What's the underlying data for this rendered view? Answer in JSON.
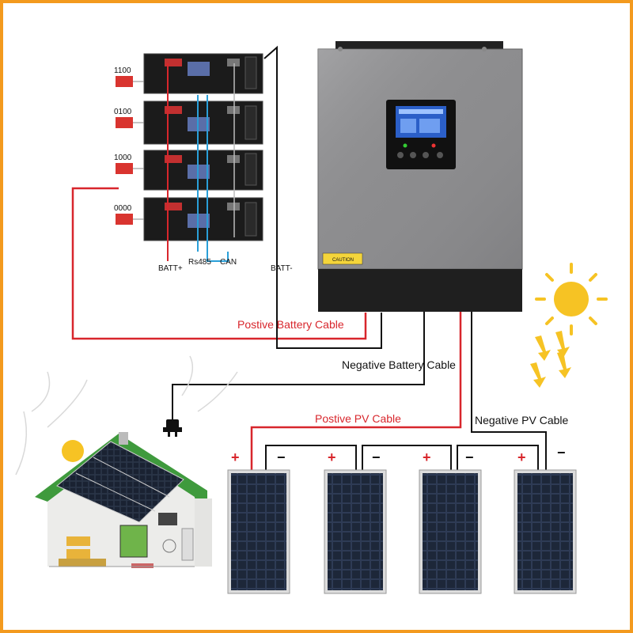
{
  "batteries": {
    "dip_codes": [
      "1100",
      "0100",
      "1000",
      "0000"
    ],
    "terminal_labels": {
      "batt_plus": "BATT+",
      "rs485": "Rs485",
      "can": "CAN",
      "batt_minus": "BATT-"
    }
  },
  "inverter": {
    "caution_label": "CAUTION"
  },
  "cables": {
    "positive_battery": "Postive Battery Cable",
    "negative_battery": "Negative Battery Cable",
    "positive_pv": "Postive PV Cable",
    "negative_pv": "Negative PV Cable"
  },
  "panels": {
    "plus_sign": "+",
    "minus_sign": "−"
  },
  "colors": {
    "frame": "#f39a1e",
    "positive_wire": "#d8262c",
    "negative_wire": "#111111",
    "data_wire": "#2a9fd8",
    "sun": "#f6c324"
  }
}
